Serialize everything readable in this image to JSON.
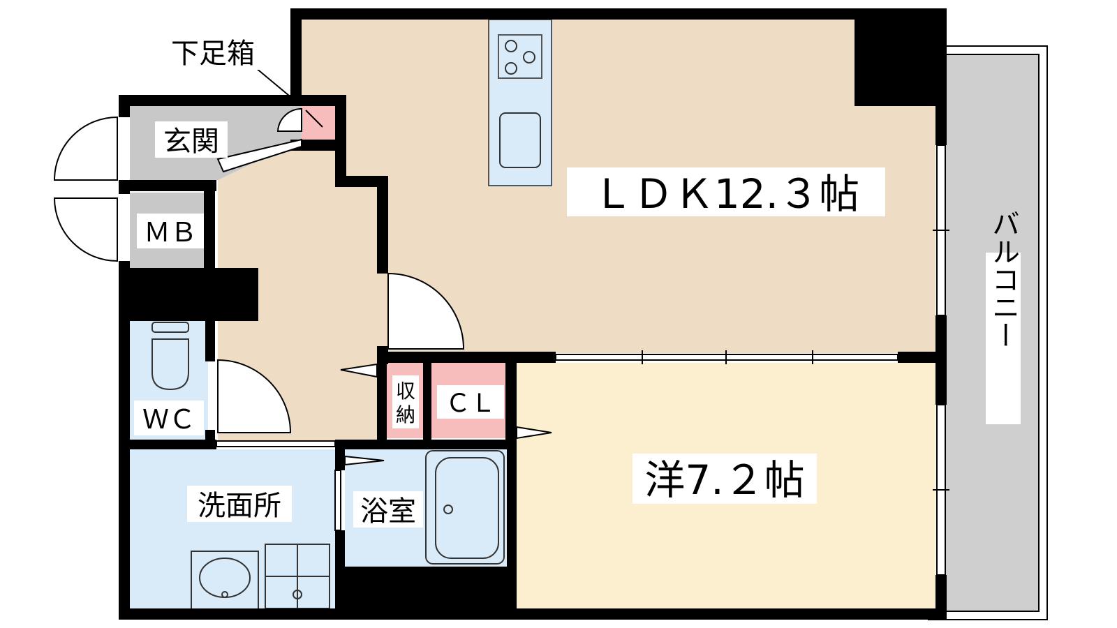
{
  "floorplan": {
    "rooms": {
      "ldk": "ＬＤＫ12.３帖",
      "western": "洋7.２帖",
      "entrance": "玄関",
      "mb": "ＭＢ",
      "wc": "ＷＣ",
      "washroom": "洗面所",
      "bath": "浴室",
      "storage_line1": "収",
      "storage_line2": "納",
      "closet": "ＣＬ",
      "balcony": "バルコニー"
    },
    "annotations": {
      "shoe_box": "下足箱"
    },
    "colors": {
      "ldk_floor": "#EEDCC4",
      "western_floor": "#FBEFCF",
      "wet_area": "#D9EAF8",
      "entrance_floor": "#C8C8C8",
      "storage": "#F7BDBD",
      "balcony": "#CFCFCF",
      "wall": "#000000"
    }
  }
}
